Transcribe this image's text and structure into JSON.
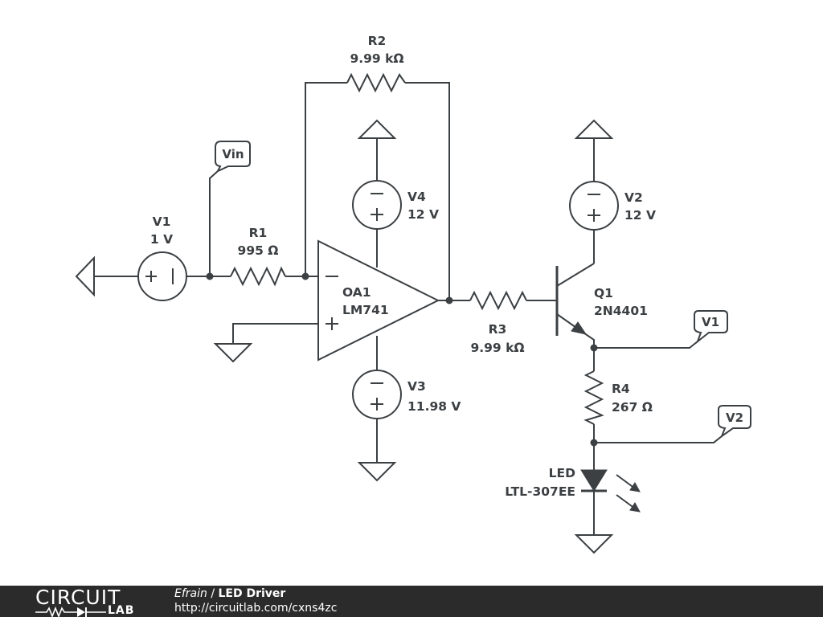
{
  "schematic": {
    "components": {
      "v1": {
        "name": "V1",
        "value": "1 V"
      },
      "r1": {
        "name": "R1",
        "value": "995 Ω"
      },
      "r2": {
        "name": "R2",
        "value": "9.99 kΩ"
      },
      "r3": {
        "name": "R3",
        "value": "9.99 kΩ"
      },
      "r4": {
        "name": "R4",
        "value": "267 Ω"
      },
      "v4": {
        "name": "V4",
        "value": "12 V"
      },
      "v3": {
        "name": "V3",
        "value": "11.98 V"
      },
      "v2": {
        "name": "V2",
        "value": "12 V"
      },
      "oa1": {
        "name": "OA1",
        "value": "LM741"
      },
      "q1": {
        "name": "Q1",
        "value": "2N4401"
      },
      "led": {
        "name": "LED",
        "value": "LTL-307EE"
      }
    },
    "probes": {
      "vin": "Vin",
      "v1": "V1",
      "v2": "V2"
    },
    "symbols": {
      "minus": "−",
      "plus": "+"
    }
  },
  "footer": {
    "logo_top": "CIRCUIT",
    "logo_bottom": "LAB",
    "author": "Efrain",
    "separator": " / ",
    "title": "LED Driver",
    "url": "http://circuitlab.com/cxns4zc"
  }
}
